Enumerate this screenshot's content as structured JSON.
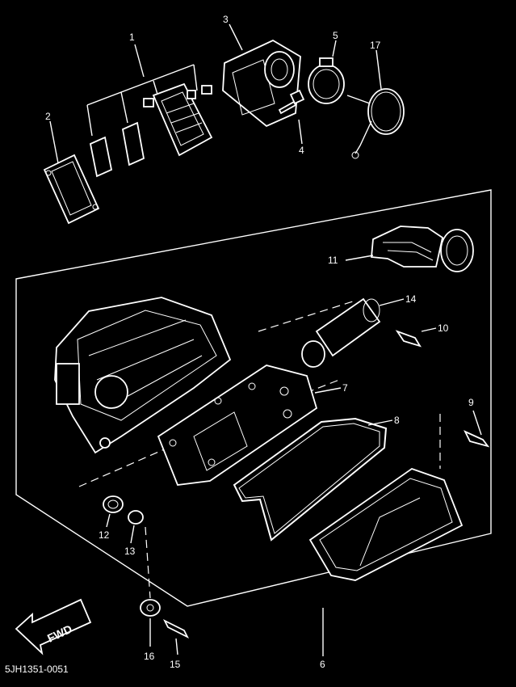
{
  "diagram": {
    "code": "5JH1351-0051",
    "fwd_label": "FWD",
    "parts": [
      {
        "id": "p1",
        "label": "1"
      },
      {
        "id": "p2",
        "label": "2"
      },
      {
        "id": "p3",
        "label": "3"
      },
      {
        "id": "p4",
        "label": "4"
      },
      {
        "id": "p5",
        "label": "5"
      },
      {
        "id": "p6",
        "label": "6"
      },
      {
        "id": "p7",
        "label": "7"
      },
      {
        "id": "p8",
        "label": "8"
      },
      {
        "id": "p9",
        "label": "9"
      },
      {
        "id": "p10",
        "label": "10"
      },
      {
        "id": "p11",
        "label": "11"
      },
      {
        "id": "p12",
        "label": "12"
      },
      {
        "id": "p13",
        "label": "13"
      },
      {
        "id": "p14",
        "label": "14"
      },
      {
        "id": "p15",
        "label": "15"
      },
      {
        "id": "p16",
        "label": "16"
      },
      {
        "id": "p17",
        "label": "17"
      }
    ]
  }
}
